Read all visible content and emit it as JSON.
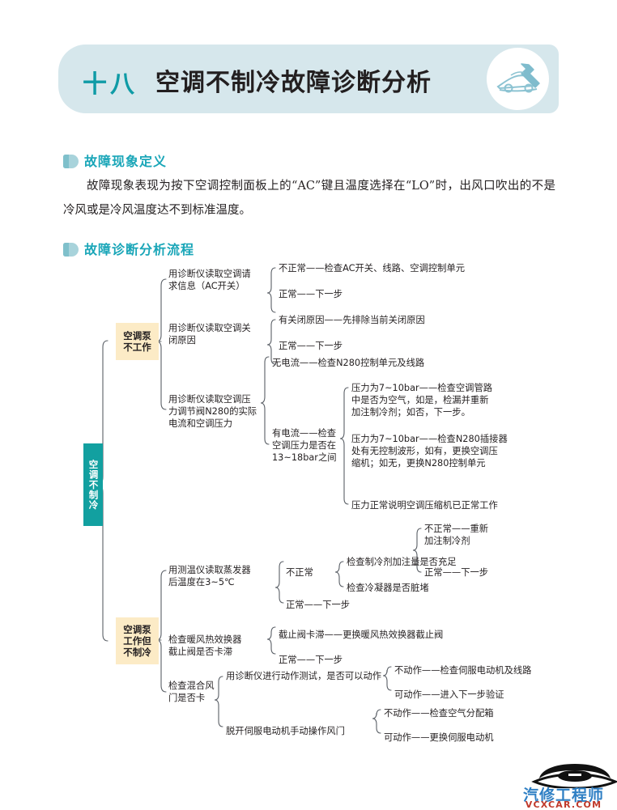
{
  "page": {
    "chapter_number": "十八",
    "chapter_title": "空调不制冷故障诊断分析",
    "header_icon": "car-wrench-icon"
  },
  "sections": {
    "definition": {
      "heading": "故障现象定义",
      "body": "故障现象表现为按下空调控制面板上的“AC”键且温度选择在“LO”时，出风口吹出的不是冷风或是冷风温度达不到标准温度。"
    },
    "flowchart": {
      "heading": "故障诊断分析流程"
    }
  },
  "diagram": {
    "root": "空调不制冷",
    "branch_a": {
      "label": "空调泵\n不工作",
      "steps": [
        {
          "text": "用诊断仪读取空调请\n求信息（AC开关）",
          "outcomes": [
            "不正常——检查AC开关、线路、空调控制单元",
            "正常——下一步"
          ]
        },
        {
          "text": "用诊断仪读取空调关\n闭原因",
          "outcomes": [
            "有关闭原因——先排除当前关闭原因",
            "正常——下一步"
          ]
        },
        {
          "text": "用诊断仪读取空调压\n力调节阀N280的实际\n电流和空调压力",
          "outcomes": [
            "无电流——检查N280控制单元及线路",
            "有电流——检查\n空调压力是否在\n13~18bar之间"
          ],
          "sub_outcomes": [
            "压力为7~10bar——检查空调管路\n中是否为空气，如是，检漏并重新\n加注制冷剂；如否，下一步。",
            "压力为7~10bar——检查N280插接器\n处有无控制波形，如有，更换空调压\n缩机；如无，更换N280控制单元",
            "压力正常说明空调压缩机已正常工作"
          ]
        }
      ]
    },
    "branch_b": {
      "label": "空调泵\n工作但\n不制冷",
      "steps": [
        {
          "text": "用测温仪读取蒸发器\n后温度在3~5℃",
          "outcomes": [
            "不正常",
            "正常——下一步"
          ],
          "sub_outcomes": [
            "检查制冷剂加注量是否充足",
            "检查冷凝器是否脏堵"
          ],
          "sub_sub_outcomes": [
            "不正常——重新\n加注制冷剂",
            "正常——下一步"
          ]
        },
        {
          "text": "检查暖风热效换器\n截止阀是否卡滞",
          "outcomes": [
            "截止阀卡滞——更换暖风热效换器截止阀",
            "正常——下一步"
          ]
        },
        {
          "text": "检查混合风\n门是否卡",
          "outcomes": [
            "用诊断仪进行动作测试，是否可以动作",
            "脱开伺服电动机手动操作风门"
          ],
          "sub_outcomes_1": [
            "不动作——检查伺服电动机及线路",
            "可动作——进入下一步验证"
          ],
          "sub_outcomes_2": [
            "不动作——检查空气分配箱",
            "可动作——更换伺服电动机"
          ]
        }
      ]
    }
  },
  "footer": {
    "brand_cn": "汽修工程师",
    "brand_url": "VCXCAR.COM",
    "logo_icon": "car-logo-icon"
  },
  "colors": {
    "banner_bg": "#d6e7ec",
    "accent_teal": "#1aa6b8",
    "root_node": "#12a0a0",
    "yellow_box": "#fcebc6",
    "brand_blue": "#2e7fc4",
    "brand_red": "#c0392b"
  }
}
